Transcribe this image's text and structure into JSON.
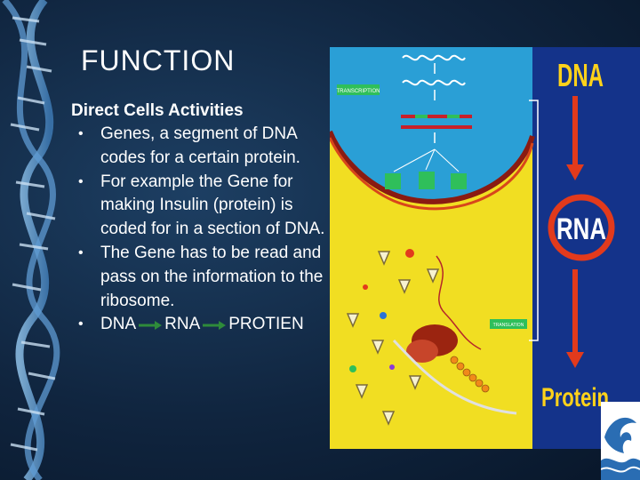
{
  "title": "FUNCTION",
  "subheading": "Direct Cells Activities",
  "bullets": [
    "Genes, a segment of DNA codes for a certain protein.",
    "For example the Gene for making Insulin (protein) is coded for in a section of DNA.",
    "The Gene has to be read and pass on the information to the ribosome."
  ],
  "flow": [
    "DNA",
    "RNA",
    "PROTIEN"
  ],
  "figure": {
    "cell_labels": [
      "TRANSCRIPTION",
      "TRANSLATION"
    ],
    "dna_label": "DNA",
    "rna_label": "RNA",
    "protein_label": "Protein"
  },
  "colors": {
    "background": "#10253f",
    "figure_panel": "#14338a",
    "nucleus": "#2a9fd6",
    "cytoplasm": "#f1de22",
    "dna_text": "#ffd21a",
    "arrow": "#e23a1c",
    "flow_arrow": "#2e8b3a"
  }
}
